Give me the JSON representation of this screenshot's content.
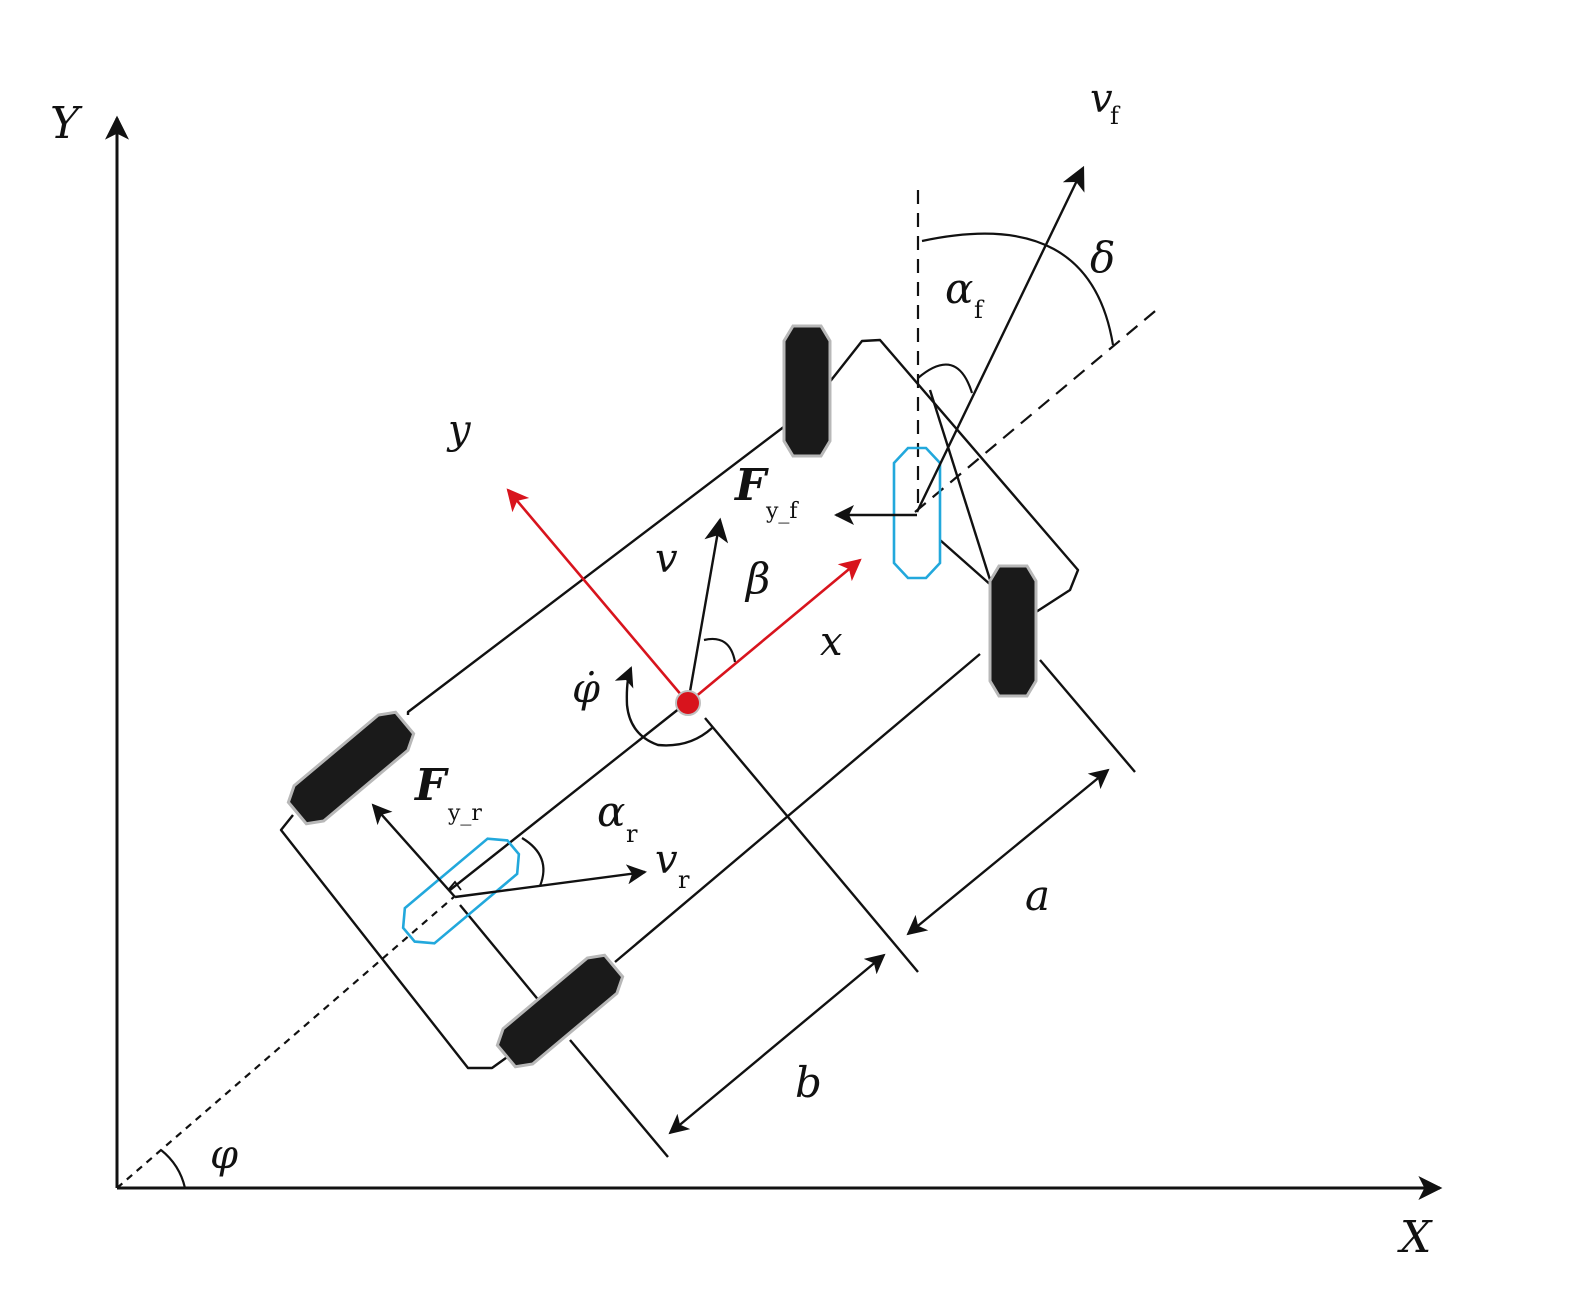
{
  "labels": {
    "Y": "Y",
    "X": "X",
    "phi": "φ",
    "phi_dot": "φ̇",
    "y": "y",
    "x": "x",
    "v": "v",
    "beta": "β",
    "v_f": "v",
    "v_f_sub": "f",
    "delta": "δ",
    "alpha_f": "α",
    "alpha_f_sub": "f",
    "F_yf": "F",
    "F_yf_sub": "y_f",
    "F_yr": "F",
    "F_yr_sub": "y_r",
    "alpha_r": "α",
    "alpha_r_sub": "r",
    "v_r": "v",
    "v_r_sub": "r",
    "a": "a",
    "b": "b"
  },
  "colors": {
    "ink": "#111111",
    "body_frame_axes": "#d8141d",
    "tire_outline": "#22a8dc",
    "wheel_fill": "#1a1a1a",
    "cg_point": "#d8141d"
  }
}
